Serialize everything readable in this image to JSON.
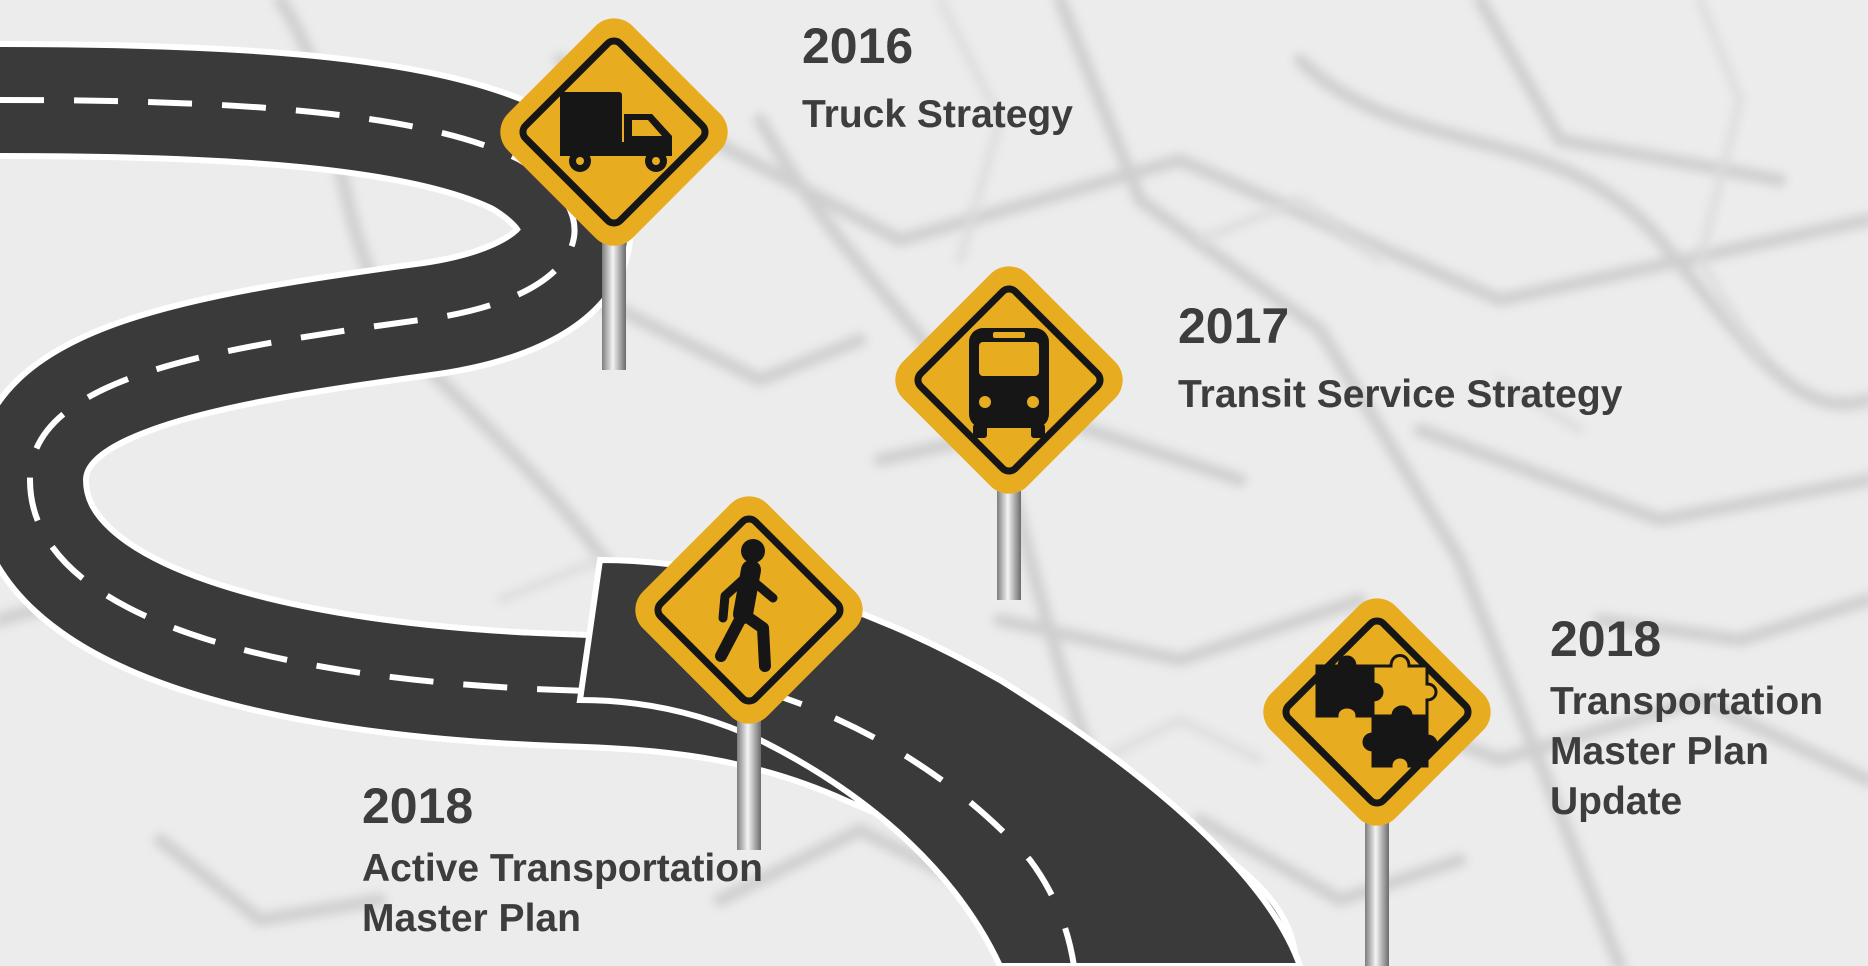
{
  "milestones": [
    {
      "year": "2016",
      "title_lines": [
        "Truck Strategy"
      ],
      "icon": "truck-icon"
    },
    {
      "year": "2017",
      "title_lines": [
        "Transit Service Strategy"
      ],
      "icon": "bus-icon"
    },
    {
      "year": "2018",
      "title_lines": [
        "Active Transportation",
        "Master Plan"
      ],
      "icon": "pedestrian-icon"
    },
    {
      "year": "2018",
      "title_lines": [
        "Transportation",
        "Master Plan",
        "Update"
      ],
      "icon": "puzzle-icon"
    }
  ],
  "colors": {
    "sign_yellow": "#e8ac20",
    "sign_black": "#161616",
    "road": "#3a3a3a",
    "road_marking": "#ffffff",
    "text": "#3d3d3d",
    "background": "#ececec"
  }
}
